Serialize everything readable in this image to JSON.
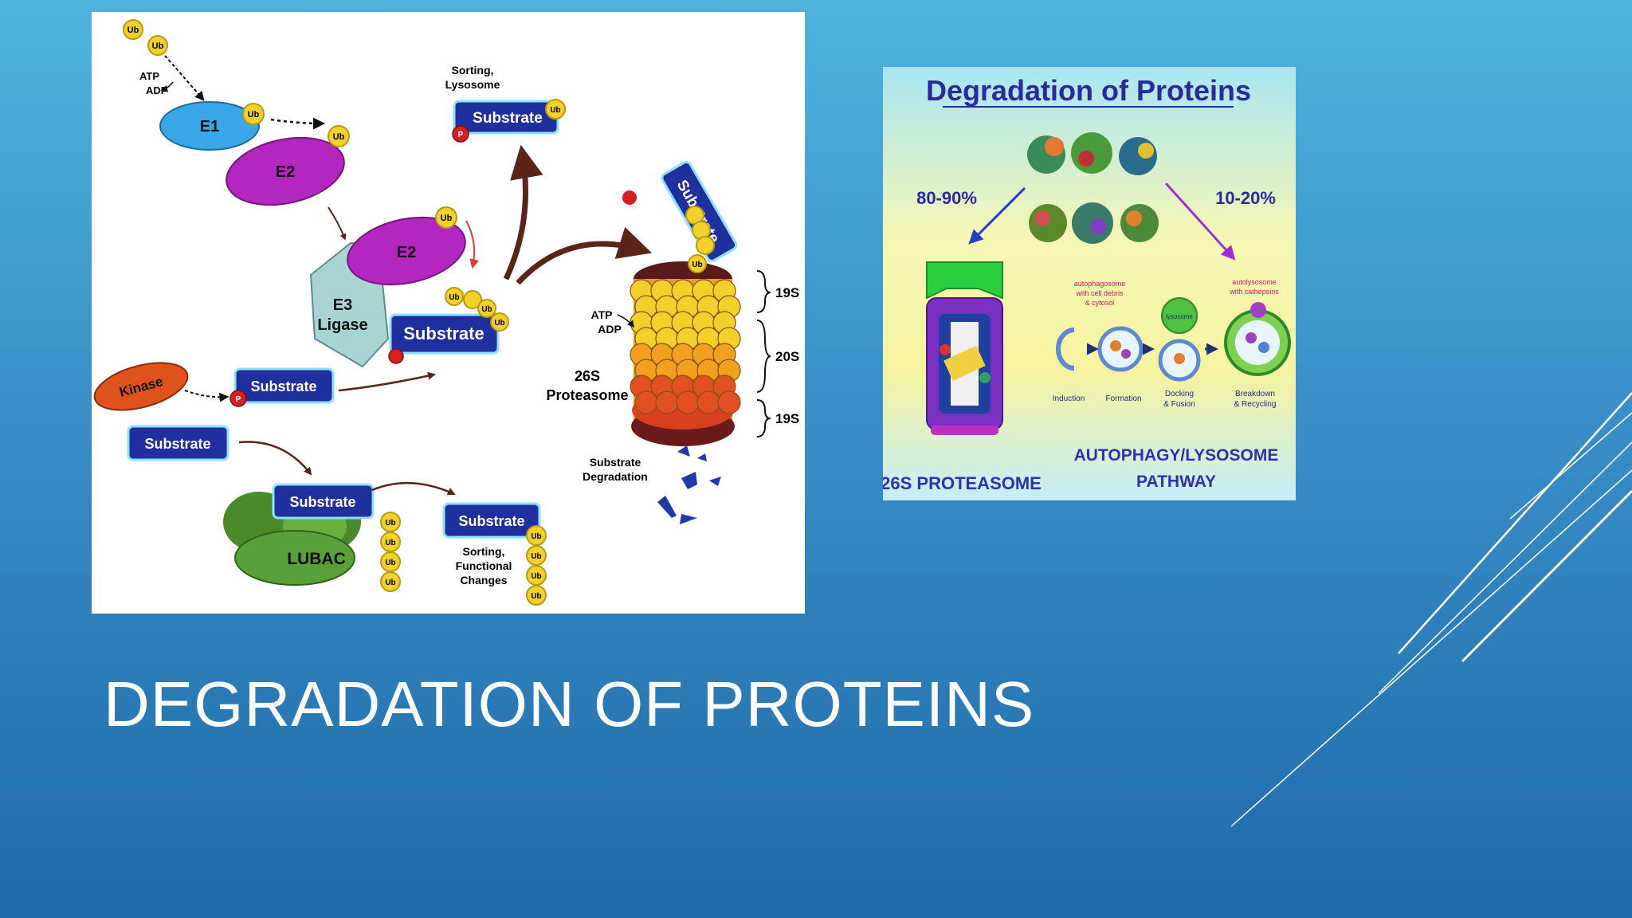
{
  "slide": {
    "title": "DEGRADATION OF PROTEINS",
    "background_color": "#3a8fc6",
    "accent_color": "#ffffff"
  },
  "ubiquitin_diagram": {
    "ub": "Ub",
    "e1": "E1",
    "e2": "E2",
    "e3": [
      "E3",
      "Ligase"
    ],
    "kinase": "Kinase",
    "lubac": "LUBAC",
    "substrate": "Substrate",
    "phospho": "P",
    "atp": "ATP",
    "adp": "ADP",
    "sorting_lysosome": [
      "Sorting,",
      "Lysosome"
    ],
    "sorting_functional": [
      "Sorting,",
      "Functional",
      "Changes"
    ],
    "proteasome_label": [
      "26S",
      "Proteasome"
    ],
    "degradation_label": [
      "Substrate",
      "Degradation"
    ],
    "subunits": [
      "19S",
      "20S",
      "19S"
    ],
    "colors": {
      "e1": "#3aa8e8",
      "e2": "#b326c0",
      "kinase": "#e0521c",
      "lubac": "#5aa03a",
      "substrate": "#1f2f9e",
      "ub": "#f2d22a",
      "arrow": "#5a2418"
    }
  },
  "degradation_panel": {
    "title": "Degradation of Proteins",
    "left_percent": "80-90%",
    "right_percent": "10-20%",
    "proteasome_caption": "26S PROTEASOME",
    "pathway_caption": [
      "AUTOPHAGY/LYSOSOME",
      "PATHWAY"
    ],
    "small_labels": {
      "autophagosome": [
        "autophagosome",
        "with cell debris",
        "& cytosol"
      ],
      "autolysosome": [
        "autolysosome",
        "with cathepsins"
      ],
      "lysosome": "lysosome",
      "induction": "Induction",
      "formation": "Formation",
      "docking": [
        "Docking",
        "& Fusion"
      ],
      "breakdown": [
        "Breakdown",
        "& Recycling"
      ]
    },
    "colors": {
      "title": "#2a2aa0",
      "percent": "#2a2aa0",
      "caption": "#3030b0",
      "arrow_left": "#2040c0",
      "arrow_right": "#9a30d0"
    }
  }
}
